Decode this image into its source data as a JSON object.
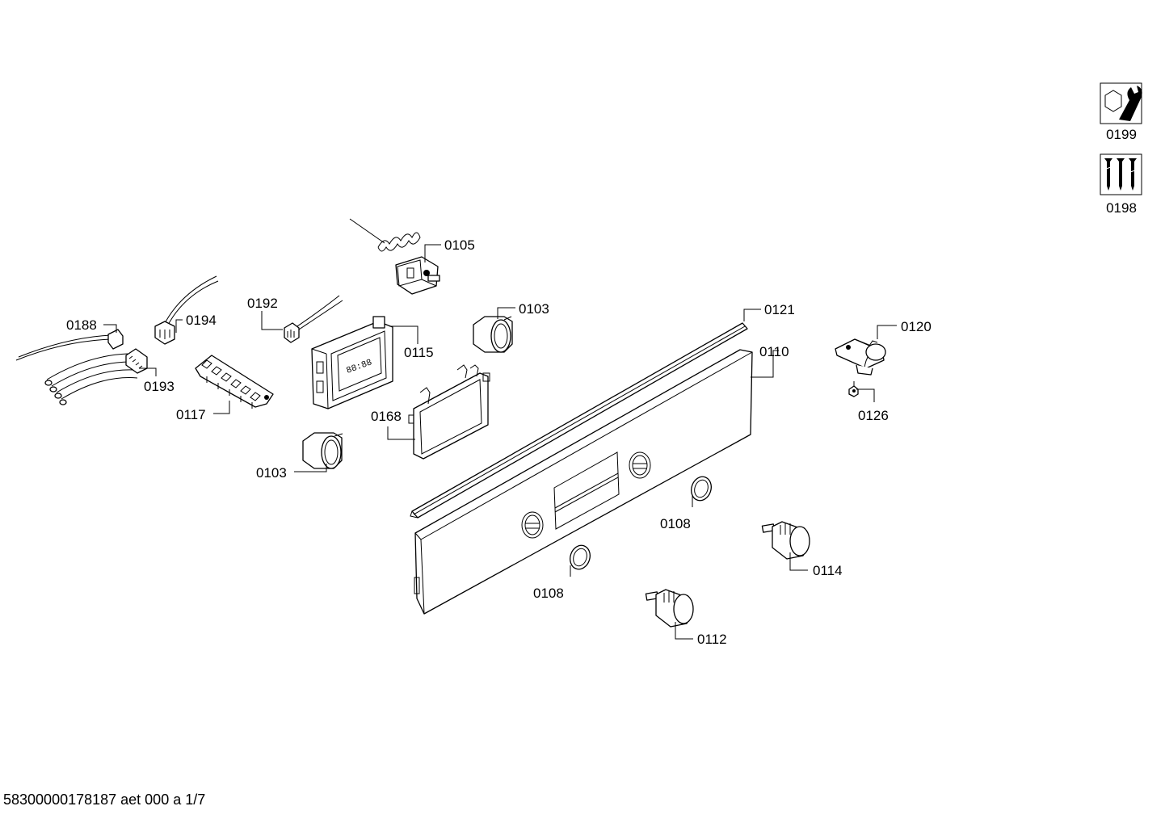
{
  "footer": {
    "document_code": "58300000178187 aet 000 a 1/7"
  },
  "tools": [
    {
      "label": "0199",
      "icon": "wrench-nut-icon"
    },
    {
      "label": "0198",
      "icon": "screws-icon"
    }
  ],
  "parts": [
    {
      "id": "p0105",
      "label": "0105"
    },
    {
      "id": "p0103a",
      "label": "0103"
    },
    {
      "id": "p0103b",
      "label": "0103"
    },
    {
      "id": "p0121",
      "label": "0121"
    },
    {
      "id": "p0110",
      "label": "0110"
    },
    {
      "id": "p0120",
      "label": "0120"
    },
    {
      "id": "p0126",
      "label": "0126"
    },
    {
      "id": "p0188",
      "label": "0188"
    },
    {
      "id": "p0194",
      "label": "0194"
    },
    {
      "id": "p0192",
      "label": "0192"
    },
    {
      "id": "p0115",
      "label": "0115"
    },
    {
      "id": "p0193",
      "label": "0193"
    },
    {
      "id": "p0117",
      "label": "0117"
    },
    {
      "id": "p0168",
      "label": "0168"
    },
    {
      "id": "p0108a",
      "label": "0108"
    },
    {
      "id": "p0108b",
      "label": "0108"
    },
    {
      "id": "p0114",
      "label": "0114"
    },
    {
      "id": "p0112",
      "label": "0112"
    }
  ]
}
